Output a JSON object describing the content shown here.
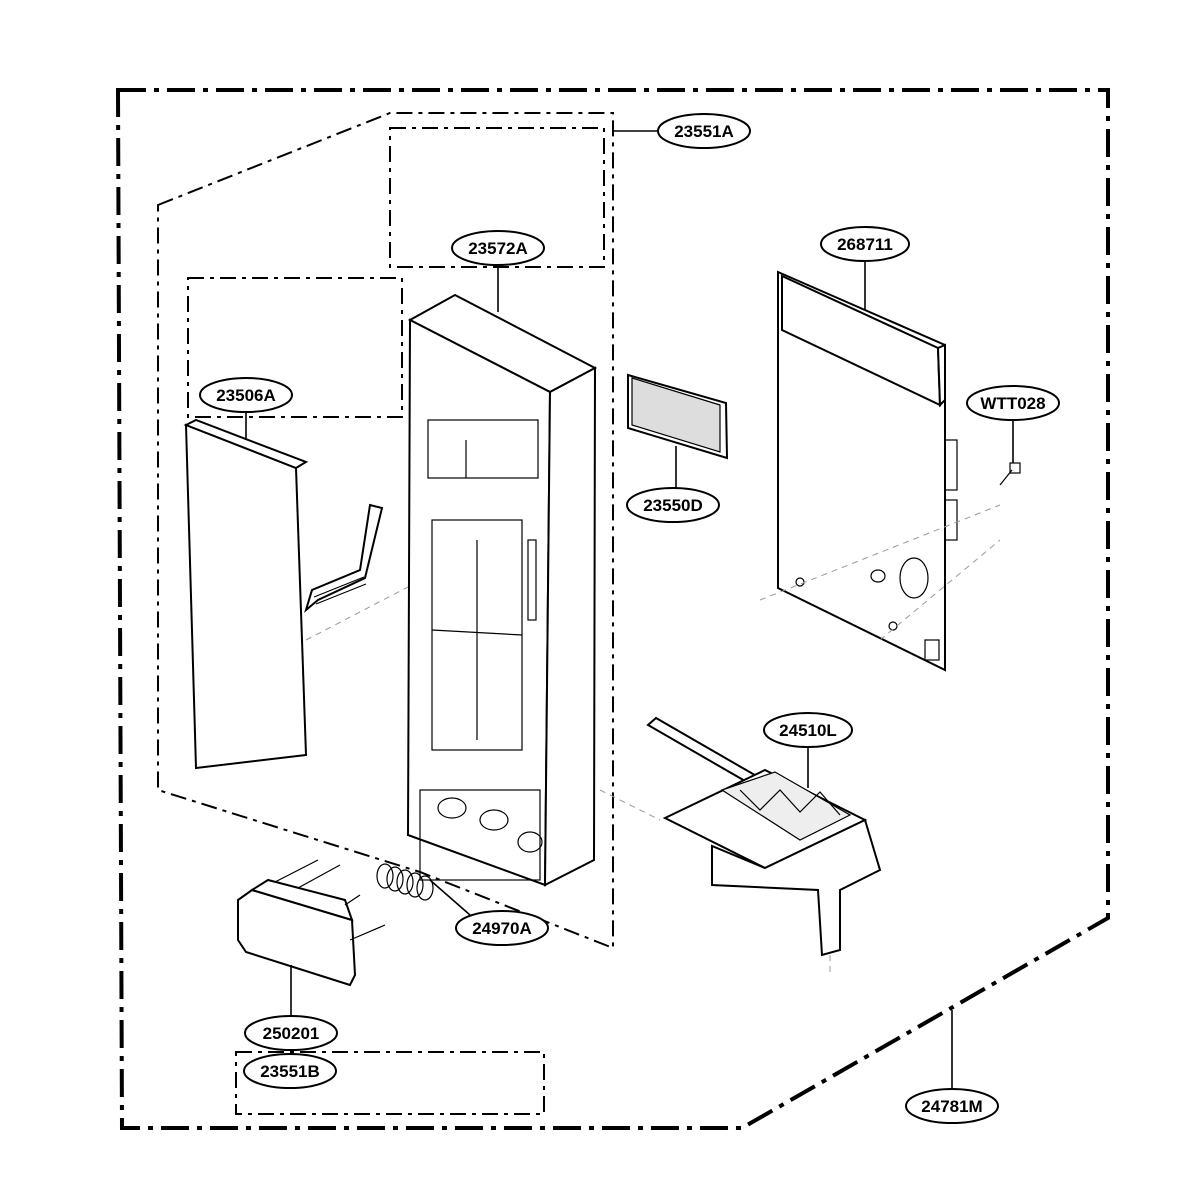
{
  "diagram": {
    "part_labels": [
      {
        "id": "23551A",
        "text": "23551A"
      },
      {
        "id": "23572A",
        "text": "23572A"
      },
      {
        "id": "268711",
        "text": "268711"
      },
      {
        "id": "23506A",
        "text": "23506A"
      },
      {
        "id": "WTT028",
        "text": "WTT028"
      },
      {
        "id": "23550D",
        "text": "23550D"
      },
      {
        "id": "24510L",
        "text": "24510L"
      },
      {
        "id": "24970A",
        "text": "24970A"
      },
      {
        "id": "250201",
        "text": "250201"
      },
      {
        "id": "23551B",
        "text": "23551B"
      },
      {
        "id": "24781M",
        "text": "24781M"
      }
    ]
  }
}
